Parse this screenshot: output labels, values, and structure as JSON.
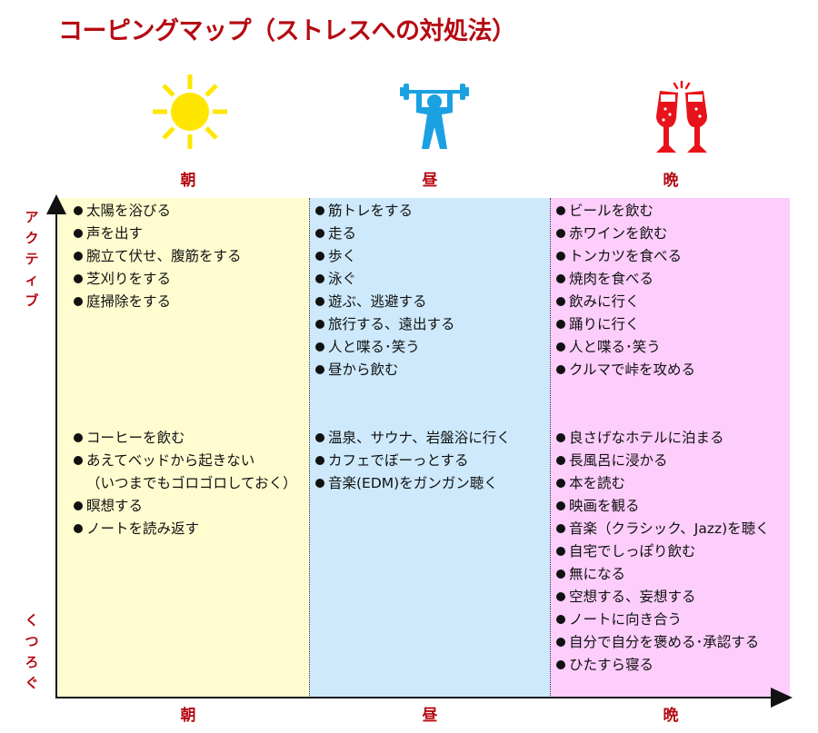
{
  "title": "コーピングマップ（ストレスへの対処法）",
  "colors": {
    "title": "#b50a12",
    "morning_panel": "#fffdd0",
    "noon_panel": "#cde9fb",
    "evening_panel": "#fdcdfb",
    "sun_icon": "#ffe600",
    "weightlift_icon": "#1ba1e2",
    "toast_icon": "#e8131a"
  },
  "columns": [
    {
      "key": "morning",
      "label": "朝",
      "icon": "sun-icon",
      "active": [
        "太陽を浴びる",
        "声を出す",
        "腕立て伏せ、腹筋をする",
        "芝刈りをする",
        "庭掃除をする"
      ],
      "relax": [
        "コーヒーを飲む",
        "あえてベッドから起きない",
        "（いつまでもゴロゴロしておく）",
        "瞑想する",
        "ノートを読み返す"
      ]
    },
    {
      "key": "noon",
      "label": "昼",
      "icon": "weightlifter-icon",
      "active": [
        "筋トレをする",
        "走る",
        "歩く",
        "泳ぐ",
        "遊ぶ、逃避する",
        "旅行する、遠出する",
        "人と喋る･笑う",
        "昼から飲む"
      ],
      "relax": [
        "温泉、サウナ、岩盤浴に行く",
        "カフェでぼーっとする",
        "音楽(EDM)をガンガン聴く"
      ]
    },
    {
      "key": "evening",
      "label": "晩",
      "icon": "champagne-toast-icon",
      "active": [
        "ビールを飲む",
        "赤ワインを飲む",
        "トンカツを食べる",
        "焼肉を食べる",
        "飲みに行く",
        "踊りに行く",
        "人と喋る･笑う",
        "クルマで峠を攻める"
      ],
      "relax": [
        "良さげなホテルに泊まる",
        "長風呂に浸かる",
        "本を読む",
        "映画を観る",
        "音楽（クラシック、Jazz)を聴く",
        "自宅でしっぽり飲む",
        "無になる",
        "空想する、妄想する",
        "ノートに向き合う",
        "自分で自分を褒める･承認する",
        "ひたすら寝る"
      ]
    }
  ],
  "y_axis": {
    "top_label": [
      "ア",
      "ク",
      "テ",
      "ィ",
      "ブ"
    ],
    "bottom_label": [
      "く",
      "つ",
      "ろ",
      "ぐ"
    ]
  },
  "x_axis": {
    "labels": [
      "朝",
      "昼",
      "晩"
    ]
  }
}
